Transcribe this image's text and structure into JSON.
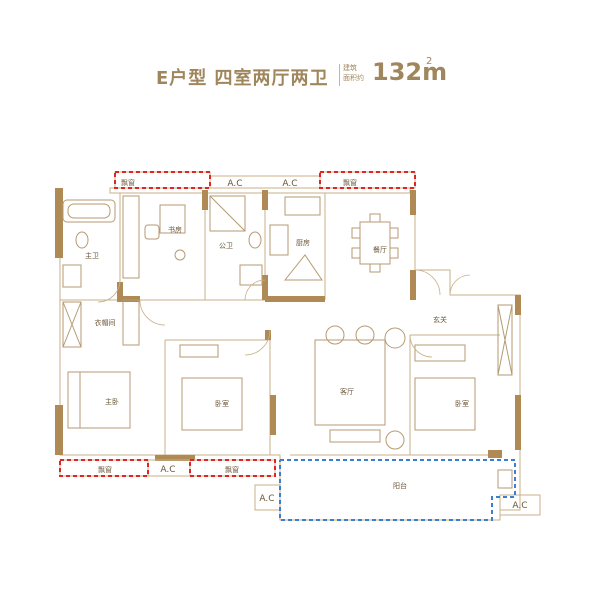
{
  "title": {
    "main": "E户型  四室两厅两卫",
    "area_label_1": "建筑",
    "area_label_2": "面积约",
    "area_value": "132m",
    "area_sup": "2"
  },
  "rooms": {
    "bay_window": "飘窗",
    "ac": "A.C",
    "study": "书房",
    "public_bath": "公卫",
    "kitchen": "厨房",
    "dining": "餐厅",
    "master_bath": "主卫",
    "cloakroom": "衣帽间",
    "entrance": "玄关",
    "master_bedroom": "主卧",
    "bedroom": "卧室",
    "living": "客厅",
    "balcony": "阳台"
  },
  "colors": {
    "wall": "#b08a55",
    "wall_dark": "#8b6a3d",
    "line": "#c8b08a",
    "furniture": "#b59a70",
    "red_dash": "#e02525",
    "blue_dash": "#3a7fd0",
    "title": "#a0865c"
  }
}
